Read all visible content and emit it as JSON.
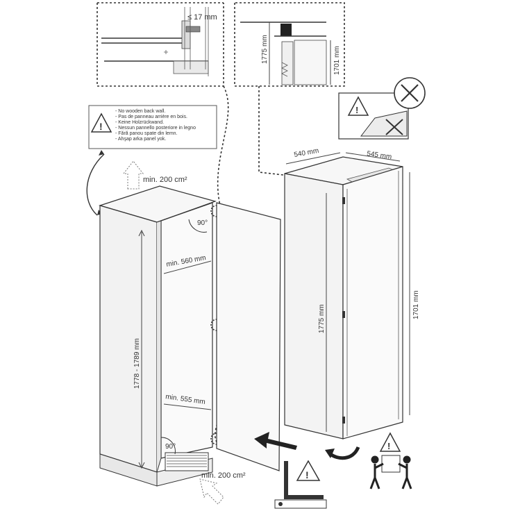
{
  "detail_top_left": {
    "dim_label": "≤ 17 mm"
  },
  "detail_top_right": {
    "dim_1775": "1775 mm",
    "dim_1701": "1701 mm"
  },
  "warning_box": {
    "lines": [
      "- No wooden back wall.",
      "- Pas de panneau arrière en bois.",
      "- Keine Holzrückwand.",
      "- Nessun pannello posteriore in legno",
      "- Fără panou spate din lemn.",
      "- Ahşap arka panel yok."
    ]
  },
  "niche": {
    "vent_top": "min. 200 cm²",
    "angle_top": "90°",
    "width_top": "min. 560 mm",
    "height": "1778 - 1789 mm",
    "width_bottom": "min. 555 mm",
    "angle_bottom": "90°",
    "vent_bottom": "min. 200 cm²"
  },
  "appliance": {
    "depth": "540 mm",
    "width": "545 mm",
    "height_inner": "1775 mm",
    "height_outer": "1701 mm"
  },
  "colors": {
    "line": "#333333",
    "panel": "#f7f7f7",
    "shade": "#e6e6e6"
  }
}
